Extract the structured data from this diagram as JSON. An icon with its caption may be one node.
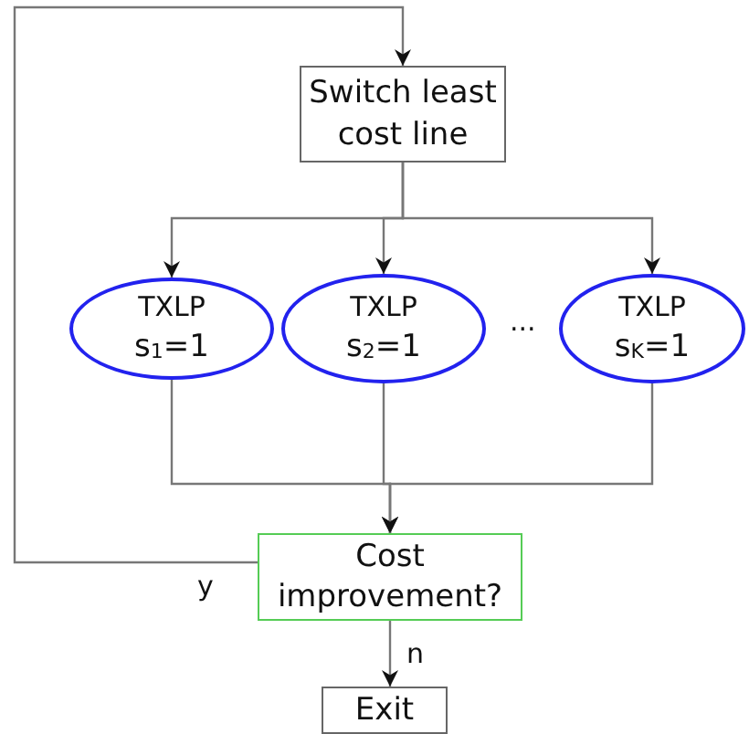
{
  "diagram": {
    "nodes": [
      {
        "text": [
          "Switch least cost line"
        ]
      },
      {
        "text": [
          "TXLP",
          "s$_{1}$=1"
        ]
      },
      {
        "text": [
          "TXLP",
          "s$_{2}$=1"
        ]
      },
      {
        "text": [
          "TXLP",
          "s$_{K}$=1"
        ]
      },
      {
        "text": [
          "Cost improvement?"
        ]
      },
      {
        "text": [
          "Exit"
        ]
      }
    ],
    "edges": [
      {
        "from": 0,
        "to": 1,
        "arrow": "to"
      },
      {
        "from": 0,
        "to": 2,
        "arrow": "to"
      },
      {
        "from": 0,
        "to": 3,
        "arrow": "to"
      },
      {
        "from": 1,
        "to": 4,
        "arrow": "to"
      },
      {
        "from": 2,
        "to": 4,
        "arrow": "to"
      },
      {
        "from": 3,
        "to": 4,
        "arrow": "to"
      },
      {
        "from": 4,
        "to": 0,
        "label": "y",
        "arrow": "to"
      },
      {
        "from": 4,
        "to": 5,
        "label": "n",
        "arrow": "to"
      }
    ],
    "labels": [
      "..."
    ]
  }
}
